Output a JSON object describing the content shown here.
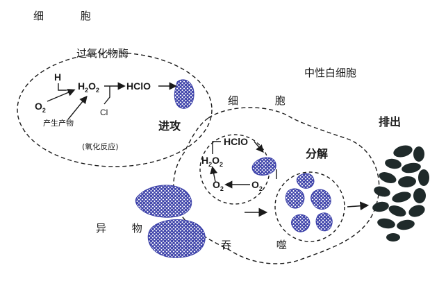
{
  "labels": {
    "top_left": "细 胞",
    "peroxidase": "过氧化物酶",
    "neutrophil": "中性白细胞",
    "cell_mid": "细 胞",
    "attack": "进攻",
    "decompose": "分解",
    "expel": "排出",
    "foreign": "异 物",
    "bottom": "吞 噬",
    "small_note_1": "产生产物",
    "small_note_2": "(氧化反应)"
  },
  "chem": {
    "h": "H",
    "o2_left": "O",
    "o2_left_sub": "2",
    "h2o2_top": "H",
    "h2o2_top_sub1": "2",
    "h2o2_top_mid": "O",
    "h2o2_top_sub2": "2",
    "hclo_top": "HClO",
    "cl": "Cl",
    "hclo_inner": "HClO",
    "h2o2_inner": "H",
    "h2o2_inner_sub1": "2",
    "h2o2_inner_mid": "O",
    "h2o2_inner_sub2": "2",
    "o2_inner_left": "O",
    "o2_inner_left_sub": "2",
    "o2_inner_right": "O",
    "o2_inner_right_sub": "2"
  },
  "colors": {
    "hatch": "#3a3fa8",
    "hatch_bg": "#ffffff",
    "bacteria": "#1f2a2a",
    "line": "#1a1a1a"
  }
}
